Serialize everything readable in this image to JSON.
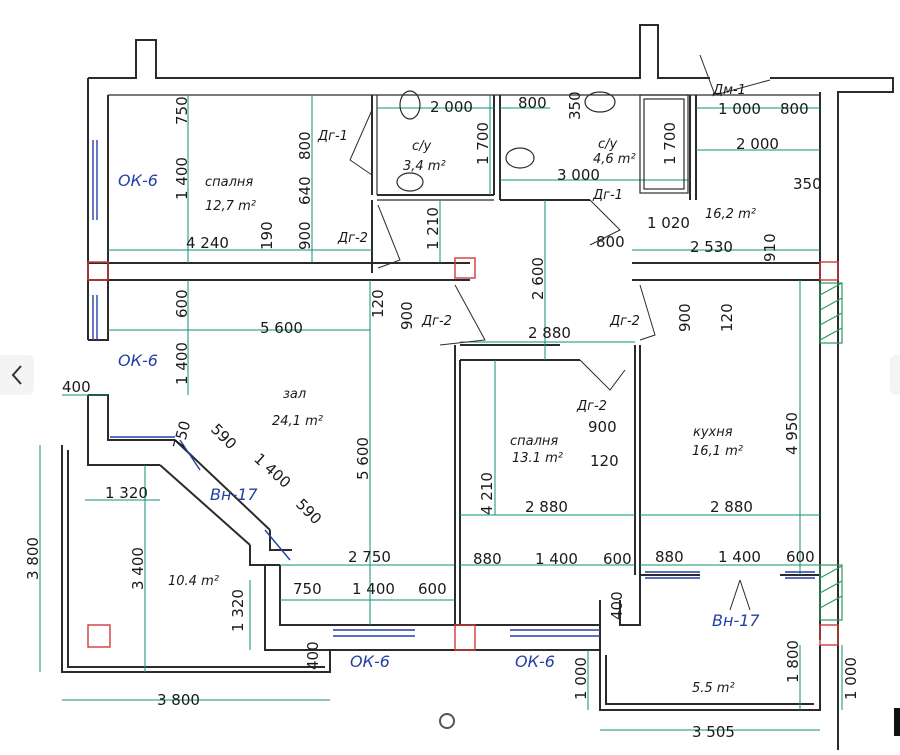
{
  "colors": {
    "wall": "#2b2b2b",
    "dimension": "#0f8f7a",
    "window": "#2340a8",
    "marker": "#d23a3a",
    "hatch": "#2c9a62"
  },
  "rooms": [
    {
      "id": "bedroom1",
      "name": "спалня",
      "area": "12,7 m²"
    },
    {
      "id": "wc1",
      "name": "с/у",
      "area": "3,4 m²"
    },
    {
      "id": "wc2",
      "name": "с/у",
      "area": "4,6 m²"
    },
    {
      "id": "hall",
      "name": "",
      "area": "16,2 m²"
    },
    {
      "id": "living",
      "name": "зал",
      "area": "24,1 m²"
    },
    {
      "id": "bedroom2",
      "name": "спалня",
      "area": "13.1 m²"
    },
    {
      "id": "kitchen",
      "name": "кухня",
      "area": "16,1 m²"
    },
    {
      "id": "balcony1",
      "name": "",
      "area": "10.4 m²"
    },
    {
      "id": "balcony2",
      "name": "",
      "area": "5.5 m²"
    }
  ],
  "openings": {
    "ok6_a": "ОК-6",
    "ok6_b": "ОК-6",
    "ok6_c": "ОК-6",
    "ok6_d": "ОК-6",
    "vn17_a": "Вн-17",
    "vn17_b": "Вн-17",
    "dm1": "Дм-1",
    "dg1_a": "Дг-1",
    "dg1_b": "Дг-1",
    "dg2_a": "Дг-2",
    "dg2_b": "Дг-2",
    "dg2_c": "Дг-2",
    "dg2_d": "Дг-2"
  },
  "dims": {
    "d750a": "750",
    "d1400a": "1 400",
    "d800a": "800",
    "d640": "640",
    "d900a": "900",
    "d190": "190",
    "d4240": "4 240",
    "d2000a": "2 000",
    "d1700a": "1 700",
    "d1210": "1 210",
    "d800b": "800",
    "d350a": "350",
    "d1700b": "1 700",
    "d3000": "3 000",
    "d800c": "800",
    "d1000a": "1 000",
    "d800d": "800",
    "d2000b": "2 000",
    "d350b": "350",
    "d1020": "1 020",
    "d2530": "2 530",
    "d910": "910",
    "d2600": "2 600",
    "d600a": "600",
    "d5600a": "5 600",
    "d1400b": "1 400",
    "d120a": "120",
    "d900b": "900",
    "d2880a": "2 880",
    "d900c": "900",
    "d120b": "120",
    "d400a": "400",
    "d750b": "750",
    "d590a": "590",
    "d1400c": "1 400",
    "d590b": "590",
    "d1320a": "1 320",
    "d5600b": "5 600",
    "d900d": "900",
    "d120c": "120",
    "d4210": "4 210",
    "d2880b": "2 880",
    "d2880c": "2 880",
    "d4950": "4 950",
    "d3800a": "3 800",
    "d3400": "3 400",
    "d2750": "2 750",
    "d880a": "880",
    "d1400d": "1 400",
    "d600b": "600",
    "d880b": "880",
    "d1400e": "1 400",
    "d600c": "600",
    "d750c": "750",
    "d1400f": "1 400",
    "d600d": "600",
    "d1320b": "1 320",
    "d400b": "400",
    "d400c": "400",
    "d1800": "1 800",
    "d1000b": "1 000",
    "d1000c": "1 000",
    "d3800b": "3 800",
    "d3505": "3 505"
  }
}
